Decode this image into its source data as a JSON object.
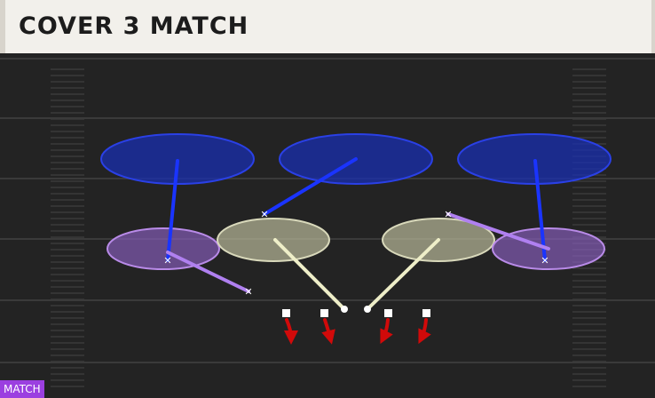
{
  "header": {
    "title": "COVER 3 MATCH"
  },
  "badge": {
    "label": "MATCH"
  },
  "colors": {
    "deep_zone": "#1a2fd9",
    "underneath_zone_flat": "#9d6ec9",
    "underneath_zone_hook": "#c9c9a3",
    "route": "#d10a0a",
    "receiver": "#ffffff"
  },
  "diagram": {
    "defense": "Cover 3 Match",
    "deep_zones": [
      "deep-left-third",
      "deep-middle-third",
      "deep-right-third"
    ],
    "underneath_zones": [
      "flat-left",
      "hook-left",
      "hook-right",
      "flat-right"
    ],
    "offense_receivers": 4,
    "receiver_routes": [
      "down",
      "down",
      "down",
      "down"
    ]
  }
}
